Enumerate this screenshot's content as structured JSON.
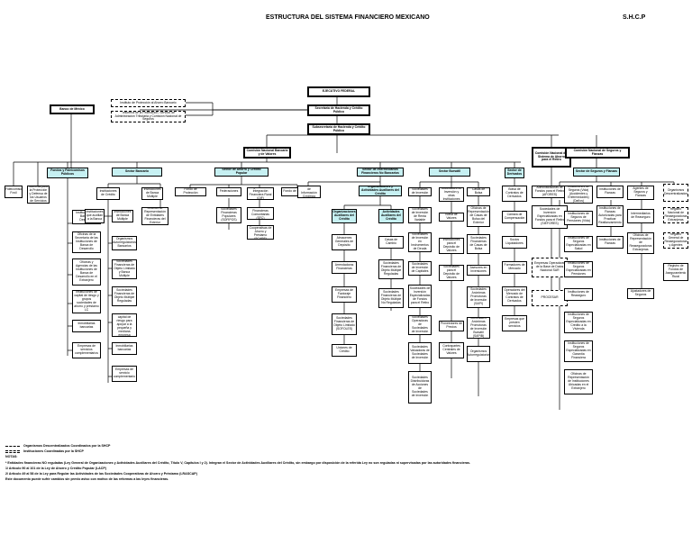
{
  "header": {
    "title": "ESTRUCTURA DEL SISTEMA FINANCIERO MEXICANO",
    "agency": "S.H.C.P"
  },
  "top": {
    "ejecutivo": "EJECUTIVO FEDERAL",
    "secretaria": "Secretaría de Hacienda y Crédito Público",
    "subsecretaria": "Subsecretaría de Hacienda y Crédito Público",
    "banxico": "Banco de México",
    "ipab": "Instituto de Protección al Ahorro Bancario",
    "tesoreria": "Tesorería de la Federación, Servicio de Administración Tributaria y Comisión Nacional de Seguros",
    "cnbv": "Comisión Nacional Bancaria y de Valores",
    "consar": "Comisión Nacional del Sistema de Ahorro para el Retiro",
    "cnsf": "Comisión Nacional de Seguros y Fianzas"
  },
  "left": {
    "cnbv_col": [
      "Fideicomiso Fovil",
      "Comisión Nacional para la Protección y Defensa de los Usuarios de Servicios Financieros"
    ],
    "fondos": "Fondos y Fideicomisos Públicos",
    "fondos_items": [
      "Instituciones de Banca de Desarrollo",
      "Oficinas de la Secretaría de las Instituciones de Banca de Desarrollo",
      "Oficinas y Agencias de las Instituciones de Banca de Desarrollo en el Extranjero",
      "Instituciones de capital de riesgo y grupos sociedades de ahorro y préstamo LC",
      "Inmobiliarias bancarias",
      "Empresas de servicios complementarios"
    ]
  },
  "bancario": {
    "title": "Sector Bancario",
    "instituciones": "Instituciones de Crédito",
    "col1": [
      "Instituciones de Banca Múltiple",
      "Organismos Autorregulatorios Bancarios",
      "Sociedades Financieras de Objeto Limitado y Banca Múltiple",
      "Sociedades Financieras de Objeto Múltiple Reguladas",
      "Inversiones de capital de riesgo para apoyar a la pequeña y mediana empresa",
      "Inmobiliarias bancarias",
      "Empresas de servicio complementario"
    ],
    "col2": [
      "Instituciones de Banca Múltiple",
      "Oficinas de Representación de Entidades Financieras del Exterior"
    ],
    "side": "Instituciones que auxilian a la Banca"
  },
  "ahorro": {
    "title": "Sector de Ahorro y Crédito Popular",
    "items": [
      "Fondo de Protección",
      "Federaciones",
      "Sociedades Financieras Populares (SOFIPOS)",
      "Organismos de Integración Financiera Rural (OIF)",
      "Sociedades Financieras Comunitarias (SFC)",
      "Sociedades Cooperativas de Ahorro y Préstamo (SCAPS)",
      "Fondo de Protección"
    ]
  },
  "intermediarios": {
    "title": "Sector de Intermediarios Financieros No Bancarios",
    "hijos": "Sociedades de Información Crediticia",
    "org": "Organizaciones y Actividades Auxiliares del Crédito",
    "col1": [
      "Organizaciones Auxiliares del Crédito",
      "Almacenes Generales de Depósito",
      "Arrendadoras Financieras",
      "Empresas de Factoraje Financiero",
      "Sociedades Financieras de Objeto Limitado (SOFOLES)",
      "Uniones de Crédito"
    ],
    "col2": [
      "Actividades Auxiliares del Crédito",
      "Casas de Cambio",
      "Sociedades Financieras de Objeto Múltiple Reguladas",
      "Sociedades Financieras de Objeto Múltiple No Reguladas"
    ]
  },
  "bursatil": {
    "title": "Sector Bursátil",
    "c1": [
      "Sociedades de Inversión",
      "Sociedades de Inversión de Renta Variable",
      "Sociedades de Inversión en Instrumentos de Deuda",
      "Sociedades de Inversión de Capitales",
      "Sociedades de Inversión Especializadas de Fondos para el Retiro",
      "Sociedades Operadoras de Sociedades de Inversión",
      "Sociedades Valuadoras de Sociedades de Inversión",
      "Sociedades Distribuidoras de Acciones de Sociedades de Inversión"
    ],
    "c2": [
      "Sociedades de Inversión y otras Instituciones",
      "Bolsa de Valores",
      "Instituciones para el Depósito de Valores",
      "Sociedades para el Depósito de Valores",
      "Contrapartes Centrales de Valores",
      "Proveedores de Precios"
    ],
    "c3": [
      "Casas de Bolsa",
      "Oficinas de Representación de Casas de Bolsa del Exterior",
      "Sociedades Financieras de Casas de Bolsa",
      "Asesores en Inversiones",
      "Sociedades Anónimas Promotoras de Inversión (SAPI)",
      "Sociedades Anónimas Promotoras de Inversión Bursátil (SAPIB)",
      "Organismos Autorregulatorios"
    ]
  },
  "derivados": {
    "title": "Sector de Derivados",
    "items": [
      "Bolsa de Contratos de Derivados",
      "Cámara de Compensación",
      "Socios Liquidadores",
      "Formadores de Mercado",
      "Operadores del Mercado de Contratos de Derivados",
      "Empresas que presten servicios"
    ]
  },
  "sar": {
    "items": [
      "Administradoras de Fondos para el Retiro (AFORES)",
      "Sociedades de Inversión Especializadas en Fondos para el Retiro (SIEFORES)",
      "Empresas Operadoras de la Base de Datos Nacional SAR",
      "PROCESAR"
    ]
  },
  "seguros": {
    "title": "Sector de Seguros y Fianzas",
    "c1": [
      "Instituciones de Seguros (Vida) (Accidentes y Enfermedades) (Daños)",
      "Instituciones de Seguros de Pensiones (Vida)",
      "Instituciones de Seguros Especializadas en Salud",
      "Instituciones de Seguros Especializadas en Pensiones",
      "Instituciones de Reaseguro",
      "Instituciones de Seguros Especializadas en Crédito a la Vivienda",
      "Instituciones de Seguros Especializadas en Garantía Financiera",
      "Oficinas de Representación de Instituciones Ubicadas en el Extranjero"
    ],
    "c2": [
      "Instituciones de Fianzas",
      "Instituciones de Fianzas Autorizadas para Practicar Reafianzamiento",
      "Instituciones de Fianzas"
    ],
    "c3": [
      "Agentes de Seguros y Fianzas",
      "Intermediarios de Reaseguro",
      "Oficinas de Representación de Reaseguradoras Extranjeras",
      "Ajustadores de Seguros"
    ],
    "c4": [
      "Organismos Descentralizados",
      "Registro Nacional de Reaseguradoras Extranjeras",
      "Registro General de Reaseguradoras y Agentes",
      "Registro de Fondos de Aseguramiento Rural"
    ]
  },
  "notes": {
    "legend1": "Organismos Descentralizados Coordinados por la SHCP",
    "legend2": "Instituciones Coordinadas por la SHCP",
    "label": "NOTAS:",
    "n1": "* Entidades financieras NO reguladas (Ley General de Organizaciones y Actividades Auxiliares del Crédito, Título V, Capítulos I y 2). Integran el Sector de Actividades Auxiliares del Crédito, sin embargo por disposición de la referida Ley no son reguladas ni supervisadas por las autoridades financieras.",
    "n2": "1/ Artículo 90 al 101 de la Ley de Ahorro y Crédito Popular (LACP)",
    "n3": "2/ Artículo 49 al 58 de la Ley para Regular las Actividades de las Sociedades Cooperativas de Ahorro y Préstamo (LRASCAP)",
    "n4": "Este documento puede sufrir cambios sin previo aviso con motivo de las reformas a las leyes financieras."
  }
}
